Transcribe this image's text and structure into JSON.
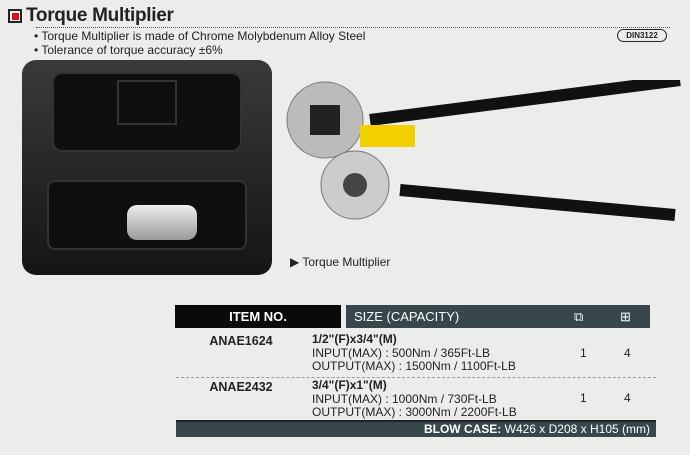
{
  "title": "Torque Multiplier",
  "bullets": [
    "Torque Multiplier is made of Chrome Molybdenum Alloy Steel",
    "Tolerance of torque accuracy ±6%"
  ],
  "badge": "DIN3122",
  "caption": "Torque Multiplier",
  "table": {
    "headers": {
      "item": "ITEM NO.",
      "size": "SIZE (CAPACITY)",
      "icon1": "box-icon",
      "icon2": "carton-icon"
    },
    "rows": [
      {
        "item": "ANAE1624",
        "size": "1/2\"(F)x3/4\"(M)",
        "input": "INPUT(MAX) : 500Nm / 365Ft-LB",
        "output": "OUTPUT(MAX) : 1500Nm / 1100Ft-LB",
        "q1": "1",
        "q2": "4"
      },
      {
        "item": "ANAE2432",
        "size": "3/4\"(F)x1\"(M)",
        "input": "INPUT(MAX) : 1000Nm / 730Ft-LB",
        "output": "OUTPUT(MAX) : 3000Nm / 2200Ft-LB",
        "q1": "1",
        "q2": "4"
      }
    ],
    "footer_label": "BLOW CASE:",
    "footer_value": " W426 x D208 x H105 (mm)"
  }
}
